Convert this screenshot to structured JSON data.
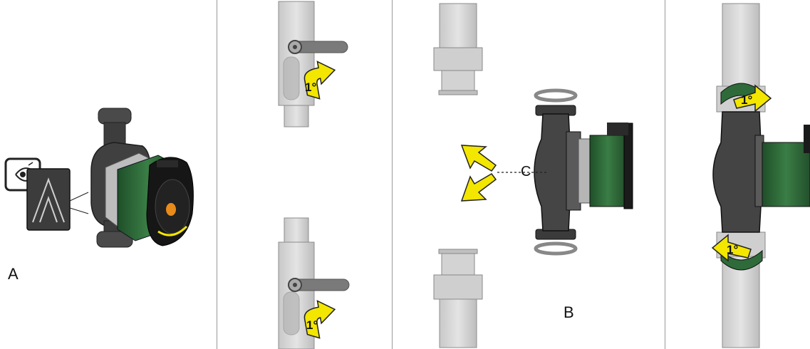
{
  "labels": {
    "a": "A",
    "b": "B",
    "c": "C"
  },
  "turn_marks": {
    "step2_top": "1°",
    "step2_bottom": "1°",
    "step4_top": "1°",
    "step4_bottom": "1°"
  },
  "colors": {
    "pipe": "#d9d9d9",
    "pipe_edge": "#8c8c8c",
    "pump_body": "#3a3a3a",
    "motor_green": "#2f6b3a",
    "arrow_yellow": "#f3e600",
    "divider": "#999999"
  },
  "icons": [
    "eye-icon",
    "lift-direction-icon",
    "rotate-arrow-icon",
    "tilt-arrow-icon"
  ]
}
